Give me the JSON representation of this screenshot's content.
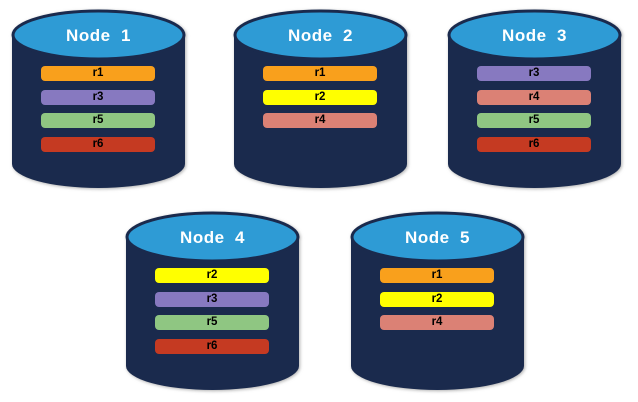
{
  "diagram": {
    "description": "Five database nodes showing distribution of replicas r1-r6",
    "colors": {
      "node_body": "#1A2A4D",
      "node_top": "#2E9BD5",
      "node_outline": "#1A2A4D",
      "title_text": "#FFFFFF",
      "bar_text": "#000000"
    },
    "replica_colors": {
      "r1": "#F9A01C",
      "r2": "#FFFF00",
      "r3": "#8779C0",
      "r4": "#DB8175",
      "r5": "#8FC682",
      "r6": "#C53A22"
    },
    "nodes": [
      {
        "title": "Node  1",
        "replicas": [
          "r1",
          "r3",
          "r5",
          "r6"
        ]
      },
      {
        "title": "Node  2",
        "replicas": [
          "r1",
          "r2",
          "r4"
        ]
      },
      {
        "title": "Node  3",
        "replicas": [
          "r3",
          "r4",
          "r5",
          "r6"
        ]
      },
      {
        "title": "Node  4",
        "replicas": [
          "r2",
          "r3",
          "r5",
          "r6"
        ]
      },
      {
        "title": "Node  5",
        "replicas": [
          "r1",
          "r2",
          "r4"
        ]
      }
    ]
  }
}
